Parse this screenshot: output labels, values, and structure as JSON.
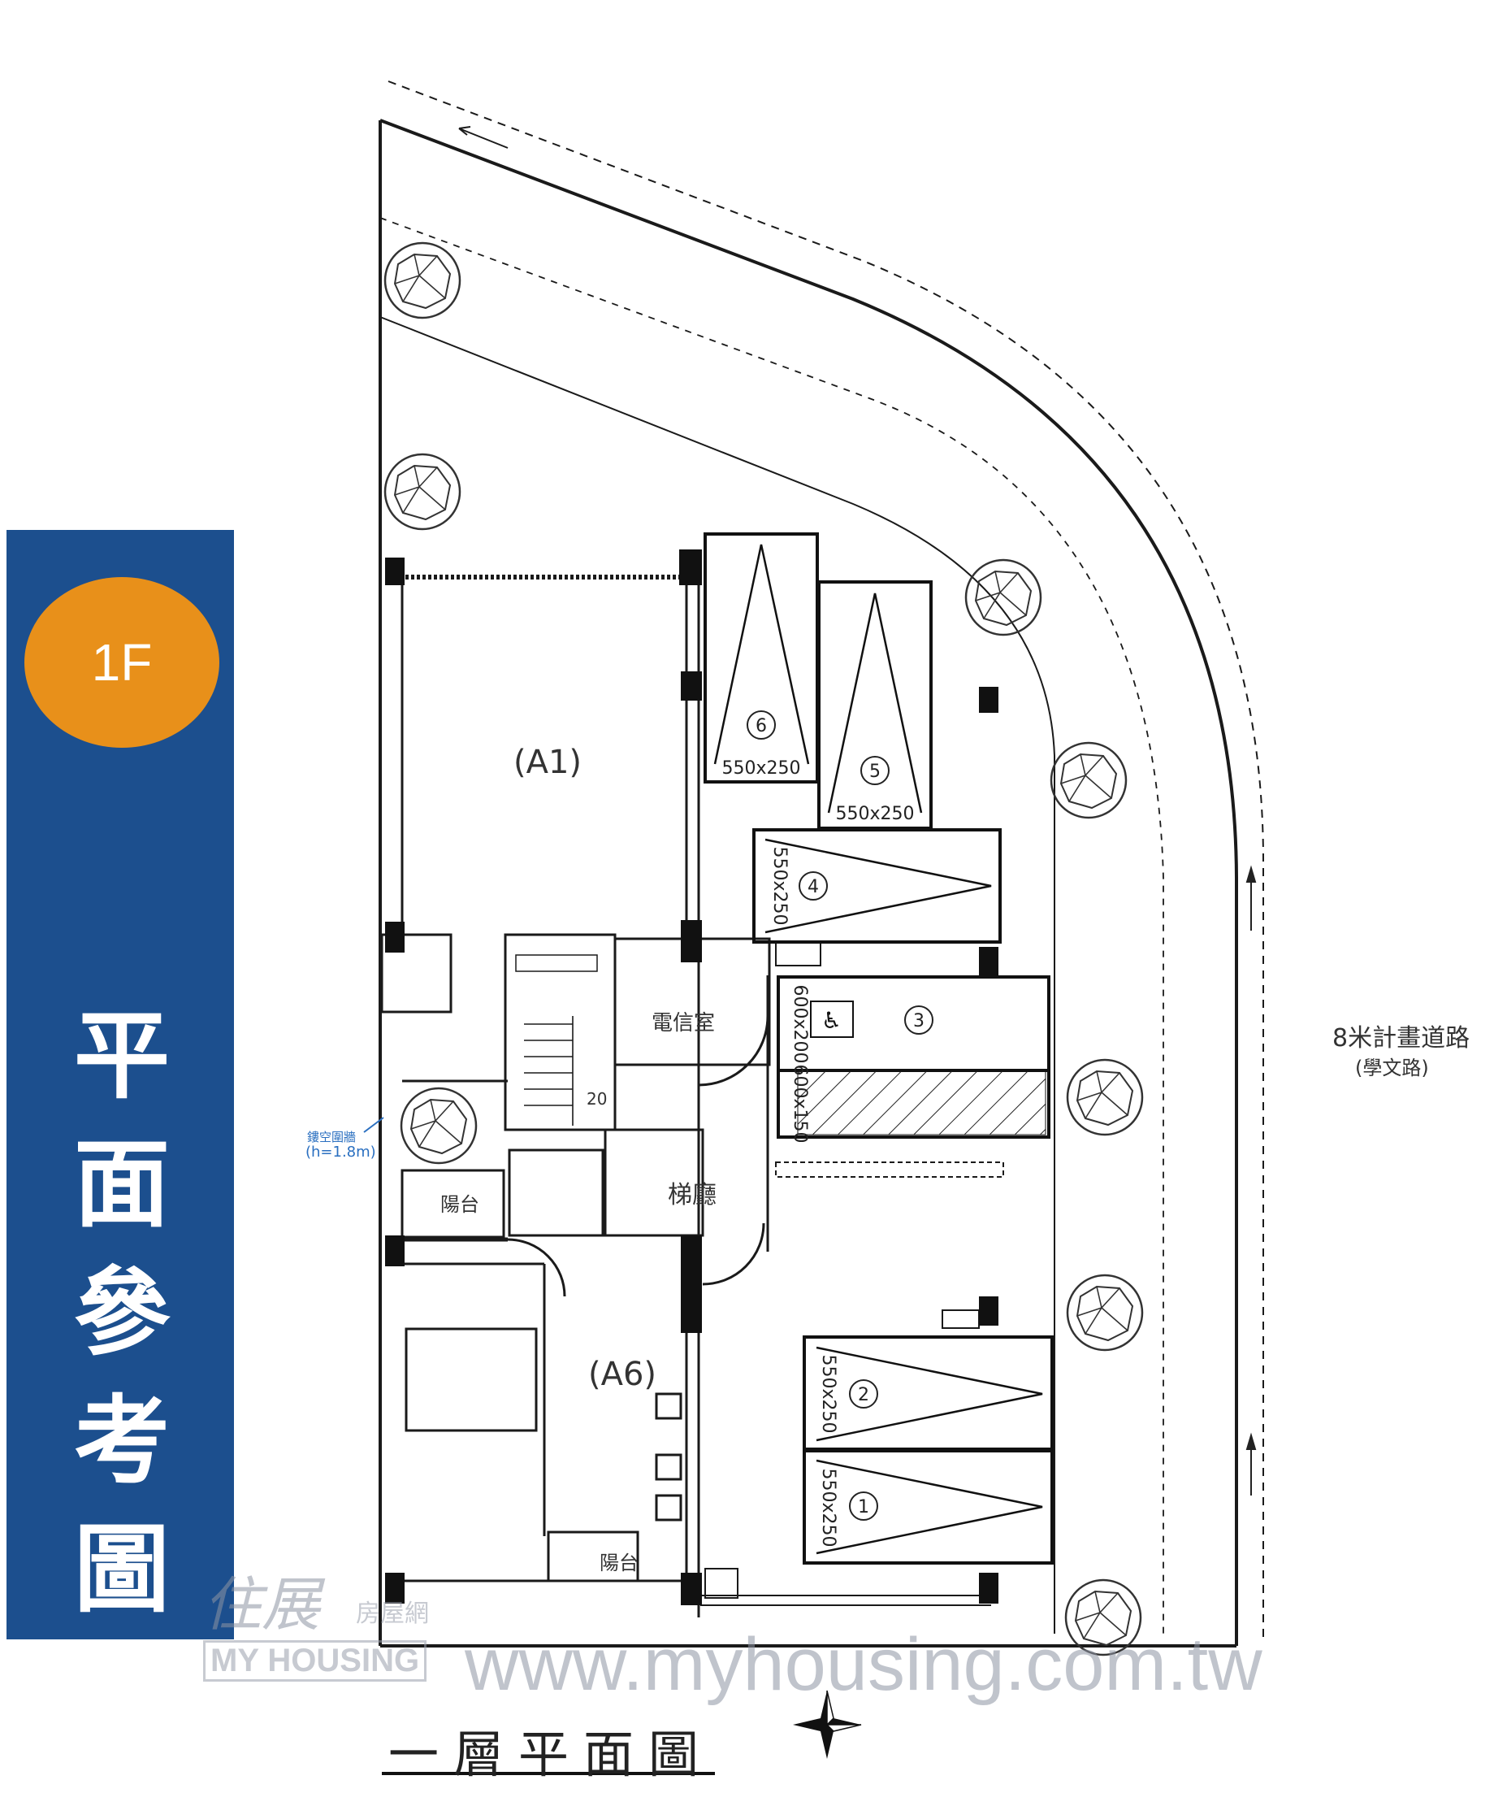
{
  "sidebar": {
    "badge": "1F",
    "title_chars": [
      "平",
      "面",
      "參",
      "考",
      "圖"
    ]
  },
  "plan": {
    "units": {
      "a1": "(A1)",
      "a6": "(A6)"
    },
    "rooms": {
      "telecom": "電信室",
      "lobby": "梯廳",
      "balcony_upper": "陽台",
      "balcony_lower": "陽台",
      "stair_note": "20",
      "fence_note": "鏤空圍牆",
      "fence_height": "(h=1.8m)"
    },
    "parking": [
      {
        "no": "6",
        "size": "550x250"
      },
      {
        "no": "5",
        "size": "550x250"
      },
      {
        "no": "4",
        "size": "550x250"
      },
      {
        "no": "3",
        "size": "600x200"
      },
      {
        "no": "",
        "size": "600x150"
      },
      {
        "no": "2",
        "size": "550x250"
      },
      {
        "no": "1",
        "size": "550x250"
      }
    ],
    "road": {
      "line1": "8米計畫道路",
      "line2": "(學文路)"
    },
    "caption": "一層平面圖"
  },
  "watermark": {
    "brand": "住展",
    "brand_sub": "房屋網",
    "brand_en": "MY HOUSING",
    "url": "www.myhousing.com.tw"
  },
  "colors": {
    "sidebar": "#1c4f8e",
    "badge": "#e8901a",
    "line": "#1a1a1a",
    "fence_text": "#2a6fc0"
  }
}
